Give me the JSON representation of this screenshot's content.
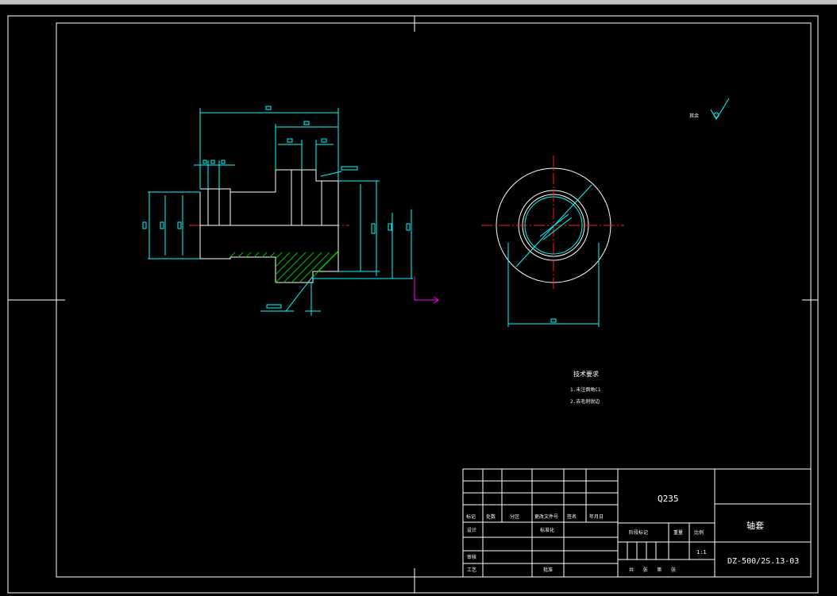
{
  "title_block": {
    "material": "Q235",
    "part_name": "轴套",
    "drawing_number": "DZ-500/2S.13-03",
    "scale": "1:1",
    "header_cells": [
      "标记",
      "处数",
      "分区",
      "更改文件号",
      "签名",
      "年月日"
    ],
    "row_design": "设计",
    "row_standard": "标准化",
    "row_review": "审核",
    "row_process": "工艺",
    "row_approve": "批准",
    "stage_label": "阶段标记",
    "weight_label": "重量",
    "scale_label": "比例",
    "sheets_label": "共 张 第 张"
  },
  "notes": {
    "heading": "技术要求",
    "line1": "1.未注倒角C1",
    "line2": "2.去毛刺锐边"
  },
  "roughness_label": "其余",
  "colors": {
    "background": "#000000",
    "border": "#ffffff",
    "dimension": "#00ffff",
    "centerline": "#ff2020",
    "hatch": "#00c000",
    "ucs": "#ff00ff"
  }
}
